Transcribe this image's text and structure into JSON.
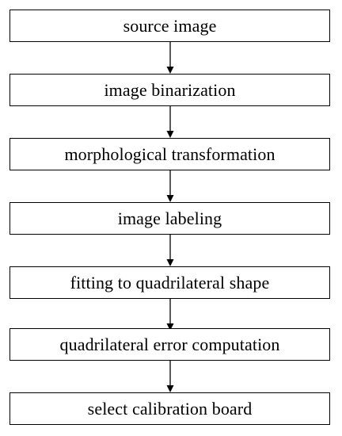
{
  "flowchart": {
    "steps": [
      {
        "label": "source image"
      },
      {
        "label": "image binarization"
      },
      {
        "label": "morphological transformation"
      },
      {
        "label": "image labeling"
      },
      {
        "label": "fitting to quadrilateral shape"
      },
      {
        "label": "quadrilateral error computation"
      },
      {
        "label": "select calibration board"
      }
    ],
    "arrow_icon": "arrow-down-icon"
  }
}
